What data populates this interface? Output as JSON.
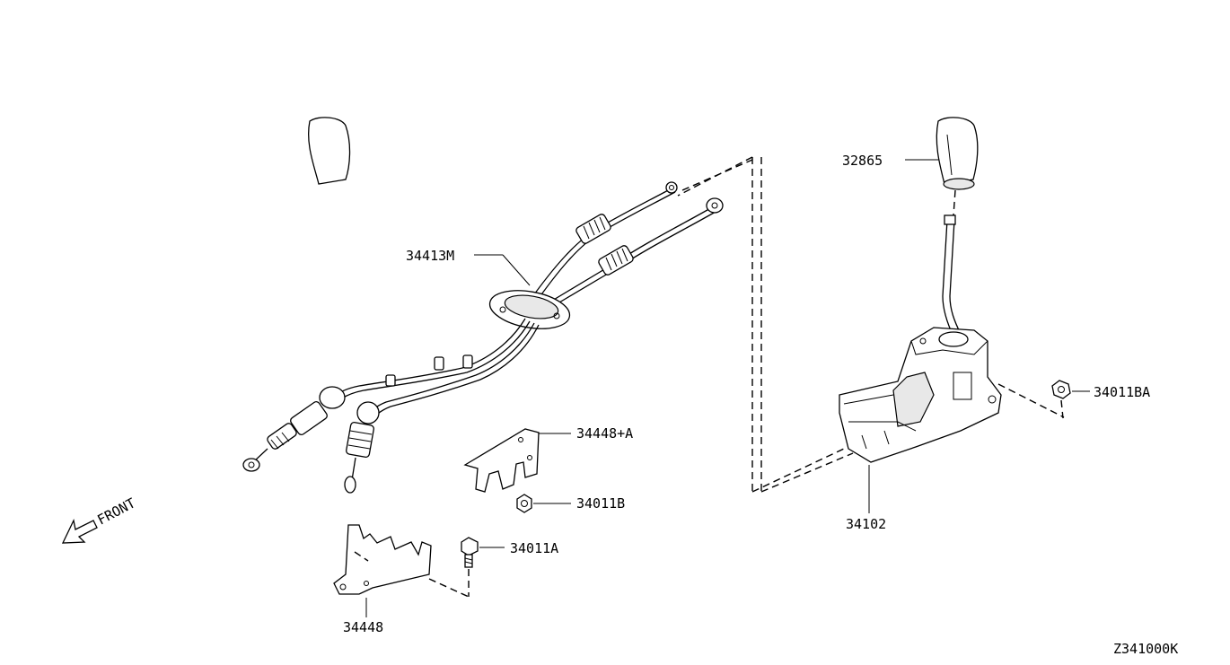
{
  "diagram": {
    "code": "Z341000K",
    "front_label": "FRONT",
    "parts": [
      {
        "id": "32865",
        "label": "32865"
      },
      {
        "id": "34413M",
        "label": "34413M"
      },
      {
        "id": "34448A",
        "label": "34448+A"
      },
      {
        "id": "34011B",
        "label": "34011B"
      },
      {
        "id": "34011A",
        "label": "34011A"
      },
      {
        "id": "34448",
        "label": "34448"
      },
      {
        "id": "34102",
        "label": "34102"
      },
      {
        "id": "34011BA",
        "label": "34011BA"
      }
    ]
  }
}
